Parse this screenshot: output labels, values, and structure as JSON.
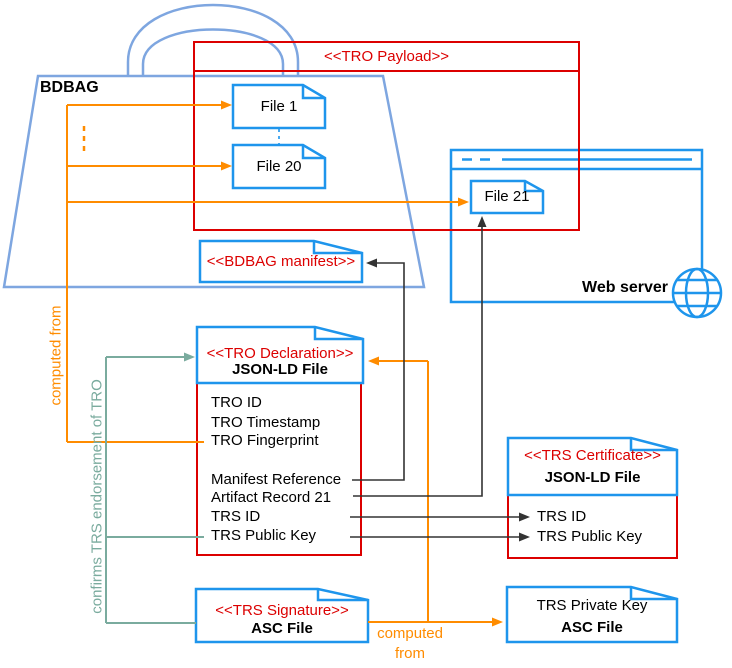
{
  "bag": {
    "label": "BDBAG"
  },
  "payload": {
    "title": "<<TRO Payload>>",
    "files": [
      "File 1",
      "File 20",
      "File 21"
    ]
  },
  "web_server": {
    "label": "Web server",
    "icon": "globe-icon"
  },
  "manifest": {
    "title": "<<BDBAG manifest>>"
  },
  "declaration": {
    "stereotype": "<<TRO Declaration>>",
    "subtitle": "JSON-LD File",
    "fields": [
      "TRO ID",
      "TRO Timestamp",
      "TRO Fingerprint",
      "Manifest Reference",
      "Artifact Record 21",
      "TRS ID",
      "TRS Public Key"
    ]
  },
  "certificate": {
    "stereotype": "<<TRS Certificate>>",
    "subtitle": "JSON-LD File",
    "fields": [
      "TRS ID",
      "TRS Public Key"
    ]
  },
  "signature": {
    "stereotype": "<<TRS Signature>>",
    "subtitle": "ASC File"
  },
  "private_key": {
    "title": "TRS Private Key",
    "subtitle": "ASC File"
  },
  "edge_labels": {
    "computed_from_left": "computed from",
    "computed_from_bottom": "computed from",
    "confirms_endorsement": "confirms TRS endorsement of TRO"
  },
  "colors": {
    "blue": "#1E95EC",
    "light_blue": "#7EA6E0",
    "red": "#DC0000",
    "orange": "#FF8C00",
    "teal": "#7AAB9E",
    "line": "#333333"
  }
}
